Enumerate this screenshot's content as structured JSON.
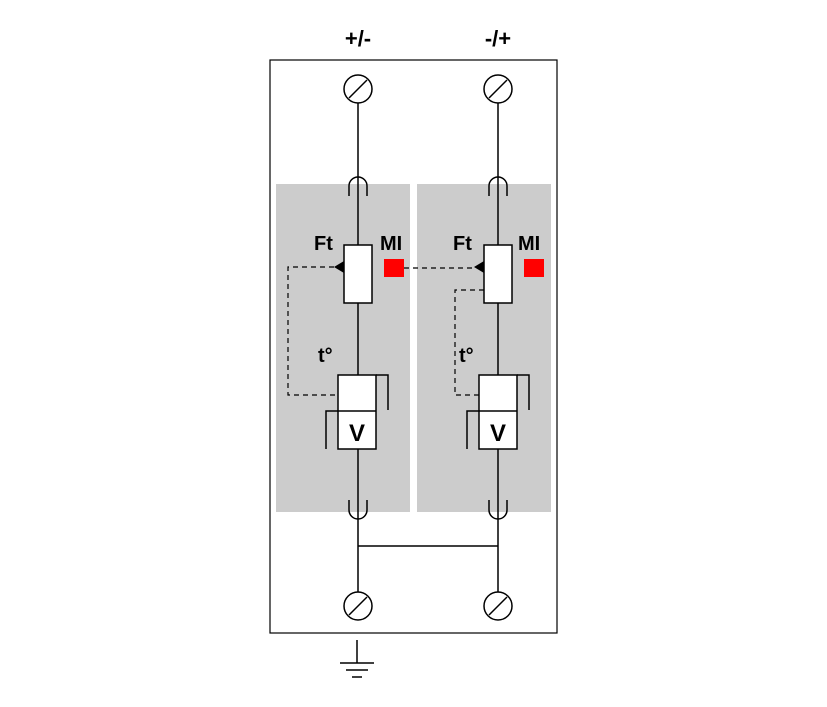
{
  "terminals": {
    "left_top_label": "+/-",
    "right_top_label": "-/+"
  },
  "modules": [
    {
      "ft_label": "Ft",
      "mi_label": "MI",
      "temp_label": "t°",
      "varistor_label": "V"
    },
    {
      "ft_label": "Ft",
      "mi_label": "MI",
      "temp_label": "t°",
      "varistor_label": "V"
    }
  ],
  "colors": {
    "module_fill": "#cccccc",
    "indicator": "#ff0000",
    "line": "#000000"
  },
  "icons": [
    "screw-terminal-icon",
    "ground-icon"
  ]
}
